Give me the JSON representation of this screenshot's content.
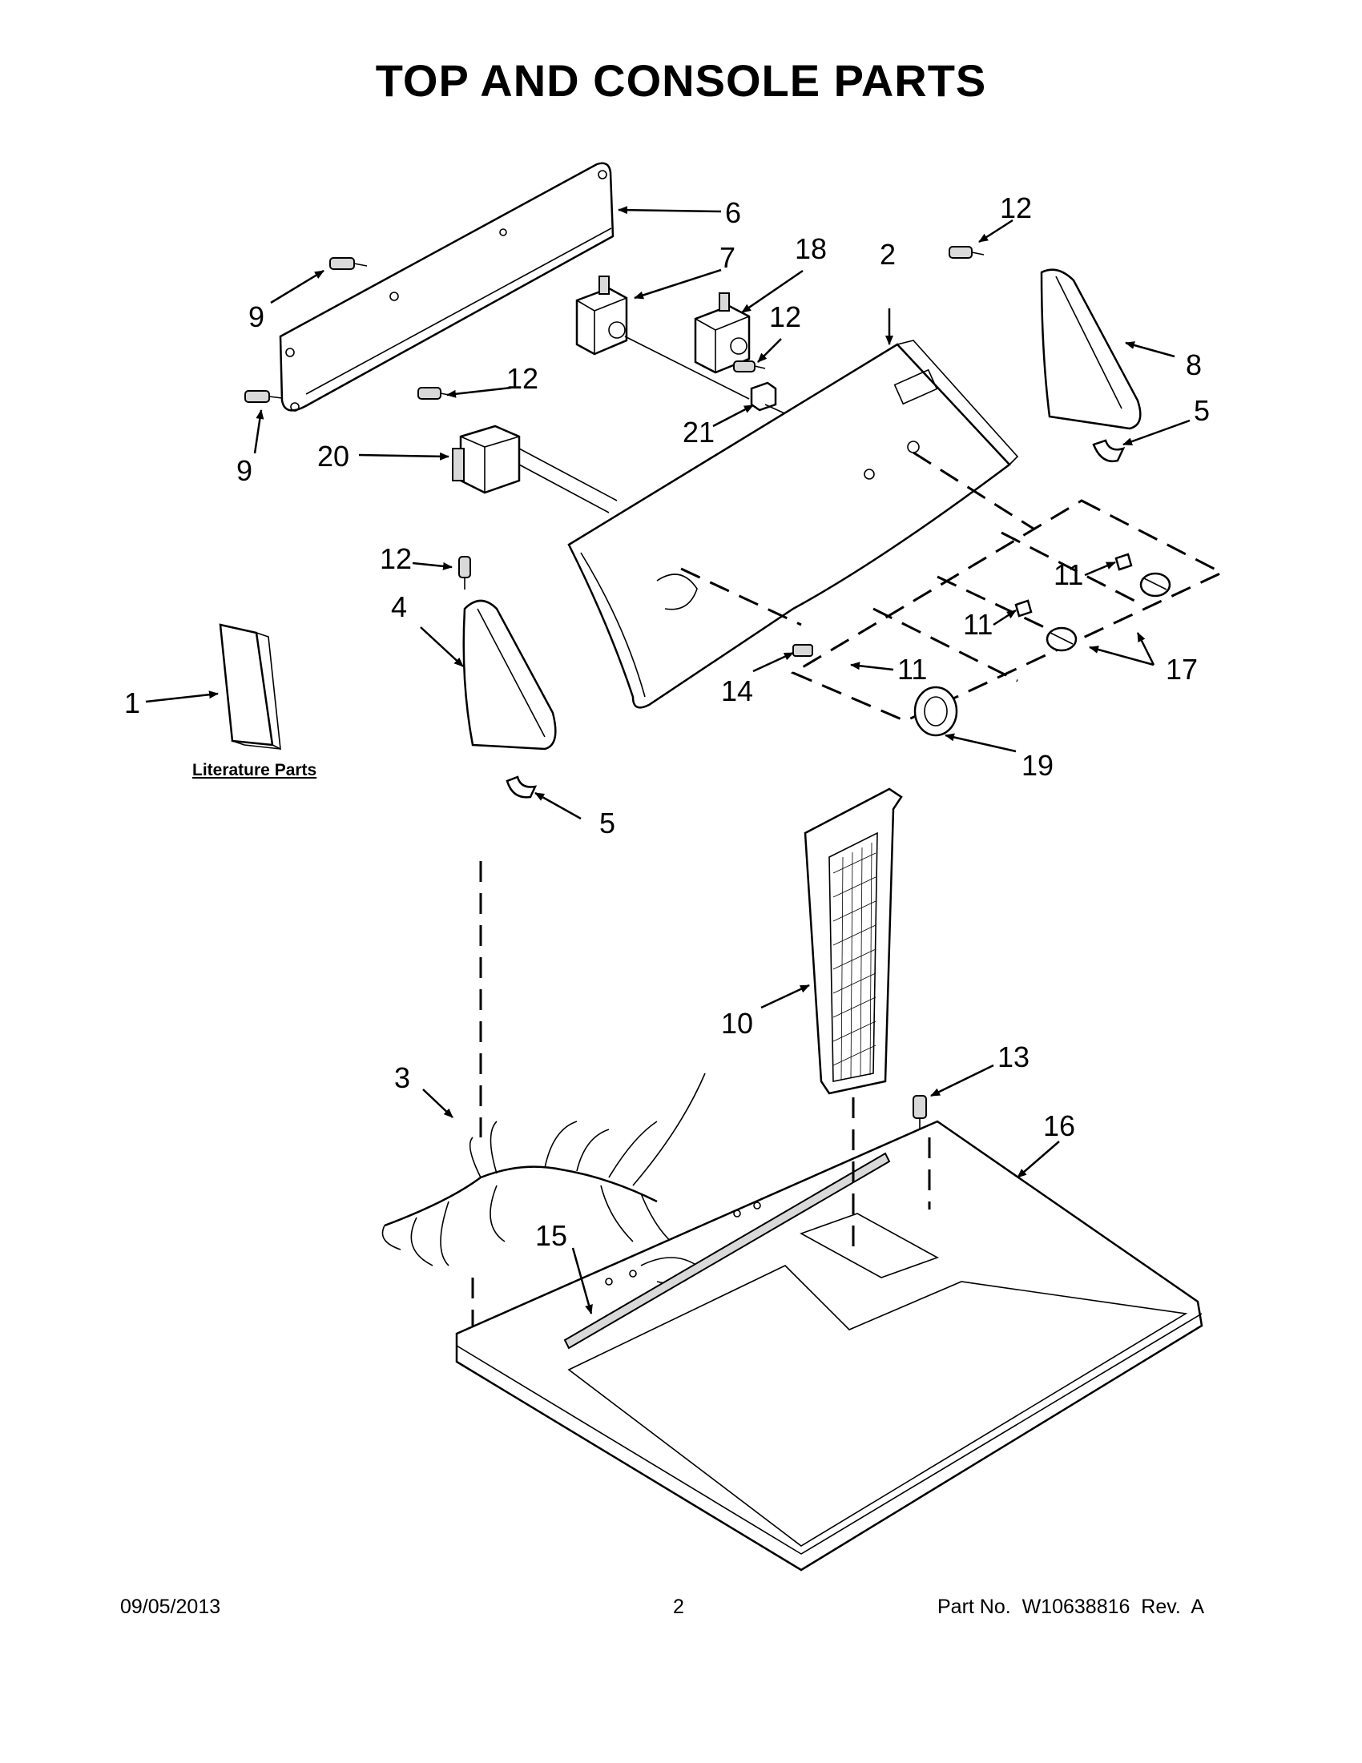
{
  "title": "TOP AND CONSOLE PARTS",
  "literature_label": "Literature Parts",
  "callouts": {
    "c1": "1",
    "c2": "2",
    "c3": "3",
    "c4": "4",
    "c5a": "5",
    "c5b": "5",
    "c6": "6",
    "c7": "7",
    "c8": "8",
    "c9a": "9",
    "c9b": "9",
    "c10": "10",
    "c11a": "11",
    "c11b": "11",
    "c11c": "11",
    "c12a": "12",
    "c12b": "12",
    "c12c": "12",
    "c12d": "12",
    "c13": "13",
    "c14": "14",
    "c15": "15",
    "c16": "16",
    "c17": "17",
    "c18": "18",
    "c19": "19",
    "c20": "20",
    "c21": "21"
  },
  "footer": {
    "date": "09/05/2013",
    "page": "2",
    "part_no": "Part No.  W10638816  Rev.  A"
  }
}
